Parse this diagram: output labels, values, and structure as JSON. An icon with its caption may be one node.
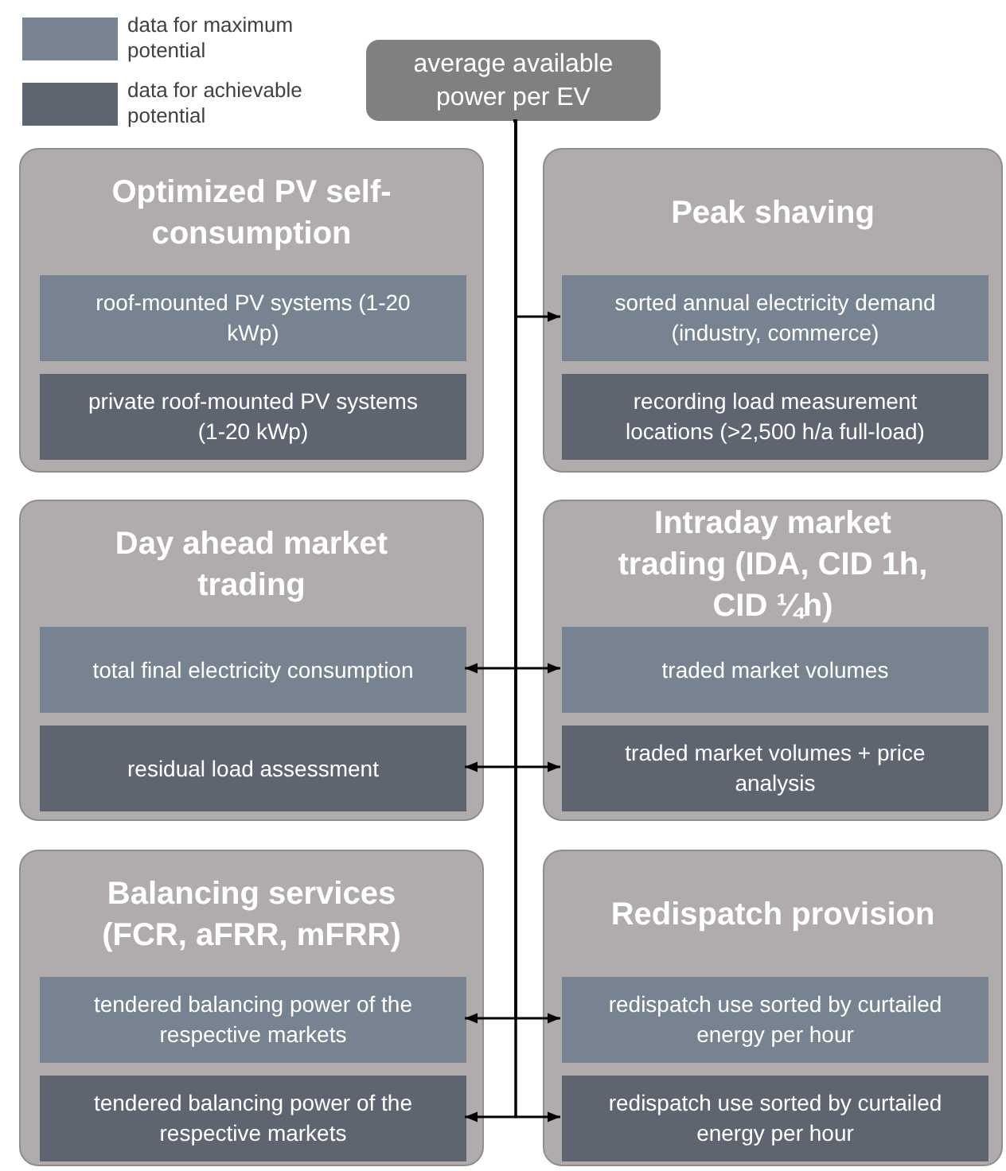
{
  "diagram": {
    "nodes": [
      {
        "text": [
          "average available power per EV"
        ]
      },
      {
        "text": [
          "Optimized PV self-consumption"
        ]
      },
      {
        "text": [
          "roof-mounted PV systems (1-20 kWp)"
        ],
        "in": 1
      },
      {
        "text": [
          "private roof-mounted PV systems (1-20 kWp)"
        ],
        "in": 1
      },
      {
        "text": [
          "Peak shaving"
        ]
      },
      {
        "text": [
          "sorted annual electricity demand (industry, commerce)"
        ],
        "in": 4
      },
      {
        "text": [
          "recording load measurement locations (>2,500 h/a full-load)"
        ],
        "in": 4
      },
      {
        "text": [
          "Day ahead market trading"
        ]
      },
      {
        "text": [
          "total final electricity consumption"
        ],
        "in": 7
      },
      {
        "text": [
          "residual load assessment"
        ],
        "in": 7
      },
      {
        "text": [
          "Intraday market trading (IDA, CID 1h, CID ¼h)"
        ]
      },
      {
        "text": [
          "traded market volumes"
        ],
        "in": 10
      },
      {
        "text": [
          "traded market volumes + price analysis"
        ],
        "in": 10
      },
      {
        "text": [
          "Balancing services (FCR, aFRR, mFRR)"
        ]
      },
      {
        "text": [
          "tendered balancing power of the respective markets"
        ],
        "in": 13
      },
      {
        "text": [
          "tendered balancing power of the respective markets"
        ],
        "in": 13
      },
      {
        "text": [
          "Redispatch provision"
        ]
      },
      {
        "text": [
          "redispatch use sorted by curtailed energy per hour"
        ],
        "in": 16
      },
      {
        "text": [
          "redispatch use sorted by curtailed energy per hour"
        ],
        "in": 16
      }
    ],
    "edges": [
      {
        "from": 0,
        "to": 5,
        "arrow": "to"
      },
      {
        "from": 0,
        "to": 8,
        "arrow": "to"
      },
      {
        "from": 0,
        "to": 11,
        "arrow": "to"
      },
      {
        "from": 0,
        "to": 9,
        "arrow": "to"
      },
      {
        "from": 0,
        "to": 12,
        "arrow": "to"
      },
      {
        "from": 0,
        "to": 14,
        "arrow": "to"
      },
      {
        "from": 0,
        "to": 17,
        "arrow": "to"
      },
      {
        "from": 0,
        "to": 15,
        "arrow": "to"
      },
      {
        "from": 0,
        "to": 18,
        "arrow": "to"
      }
    ],
    "legend": [
      {
        "text": "data for maximum potential",
        "color": "#778391"
      },
      {
        "text": "data for achievable potential",
        "color": "#5f6471"
      }
    ]
  }
}
